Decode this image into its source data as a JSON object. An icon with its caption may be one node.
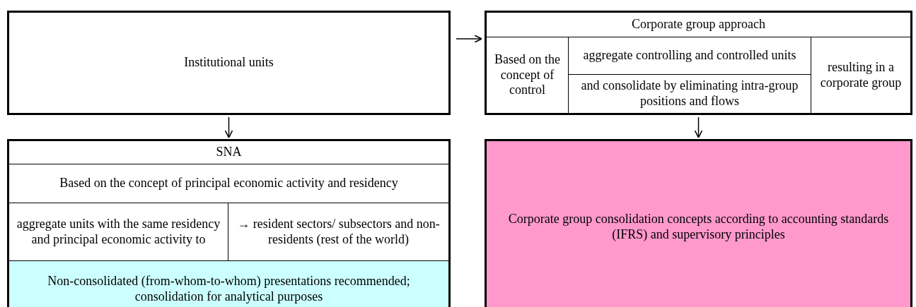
{
  "diagram": {
    "nodes": [
      {
        "text": [
          "Institutional units"
        ]
      },
      {
        "text": [
          "Corporate group approach"
        ]
      },
      {
        "text": [
          "Based on the concept of control"
        ],
        "in": 1
      },
      {
        "text": [
          "aggregate controlling and controlled units"
        ],
        "in": 1
      },
      {
        "text": [
          "and consolidate by eliminating intra-group positions and flows"
        ],
        "in": 1
      },
      {
        "text": [
          "resulting in a corporate group"
        ],
        "in": 1
      },
      {
        "text": [
          "SNA"
        ]
      },
      {
        "text": [
          "Based on the concept of principal economic activity and residency"
        ],
        "in": 6
      },
      {
        "text": [
          "aggregate units with the same residency and principal economic activity to"
        ],
        "in": 6
      },
      {
        "text": [
          "→ resident sectors/ subsectors and non-residents (rest of the world)"
        ],
        "in": 6
      },
      {
        "text": [
          "Non-consolidated (from-whom-to-whom) presentations recommended; consolidation for analytical purposes"
        ],
        "in": 6
      },
      {
        "text": [
          "Corporate group consolidation concepts according to accounting standards (IFRS) and supervisory principles"
        ]
      }
    ],
    "edges": [
      {
        "from": 0,
        "to": 1,
        "arrow": "to"
      },
      {
        "from": 0,
        "to": 6,
        "arrow": "to"
      },
      {
        "from": 1,
        "to": 11,
        "arrow": "to"
      }
    ]
  }
}
